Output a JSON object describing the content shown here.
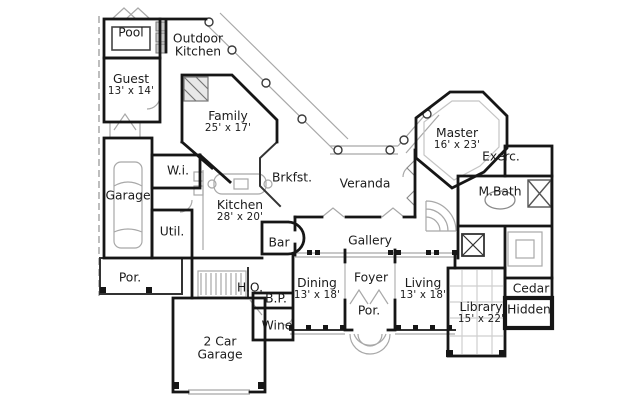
{
  "plan": {
    "type": "architectural-floor-plan",
    "background": "#ffffff",
    "wall_color": "#161616",
    "detail_color": "#a8a8a8",
    "rooms": [
      {
        "name": "pool",
        "lines": [
          "Pool"
        ]
      },
      {
        "name": "outdoor-kitchen",
        "lines": [
          "Outdoor",
          "Kitchen"
        ]
      },
      {
        "name": "guest",
        "lines": [
          "Guest",
          "13' x 14'"
        ]
      },
      {
        "name": "family",
        "lines": [
          "Family",
          "25' x 17'"
        ]
      },
      {
        "name": "walk-in-closet",
        "lines": [
          "W.i."
        ]
      },
      {
        "name": "garage",
        "lines": [
          "Garage"
        ]
      },
      {
        "name": "breakfast",
        "lines": [
          "Brkfst."
        ]
      },
      {
        "name": "veranda",
        "lines": [
          "Veranda"
        ]
      },
      {
        "name": "kitchen",
        "lines": [
          "Kitchen",
          "28' x 20'"
        ]
      },
      {
        "name": "utility",
        "lines": [
          "Util."
        ]
      },
      {
        "name": "bar",
        "lines": [
          "Bar"
        ]
      },
      {
        "name": "master",
        "lines": [
          "Master",
          "16' x 23'"
        ]
      },
      {
        "name": "exercise",
        "lines": [
          "Exerc."
        ]
      },
      {
        "name": "master-bath",
        "lines": [
          "M.Bath"
        ]
      },
      {
        "name": "gallery",
        "lines": [
          "Gallery"
        ]
      },
      {
        "name": "porch-left",
        "lines": [
          "Por."
        ]
      },
      {
        "name": "home-office",
        "lines": [
          "H.O."
        ]
      },
      {
        "name": "butlers-pantry",
        "lines": [
          "B.P."
        ]
      },
      {
        "name": "dining",
        "lines": [
          "Dining",
          "13' x 18'"
        ]
      },
      {
        "name": "foyer",
        "lines": [
          "Foyer"
        ]
      },
      {
        "name": "living",
        "lines": [
          "Living",
          "13' x 18'"
        ]
      },
      {
        "name": "porch-entry",
        "lines": [
          "Por."
        ]
      },
      {
        "name": "wine",
        "lines": [
          "Wine"
        ]
      },
      {
        "name": "cedar",
        "lines": [
          "Cedar"
        ]
      },
      {
        "name": "hidden",
        "lines": [
          "Hidden"
        ]
      },
      {
        "name": "library",
        "lines": [
          "Library",
          "15' x 22'"
        ]
      },
      {
        "name": "two-car-garage",
        "lines": [
          "2 Car",
          "Garage"
        ]
      }
    ]
  }
}
